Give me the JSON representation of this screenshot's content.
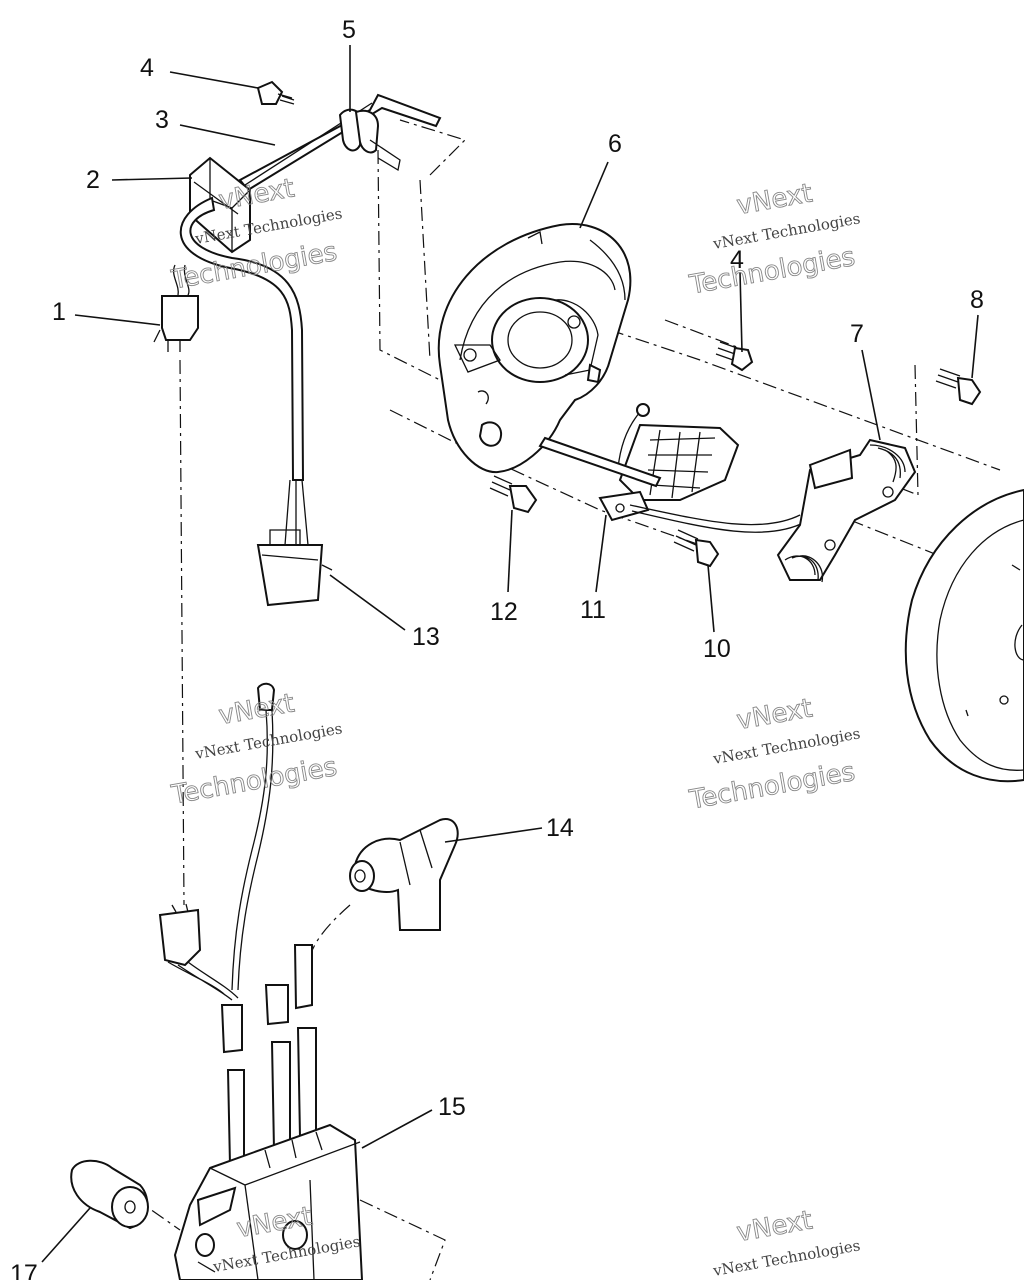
{
  "callouts": [
    {
      "label": "1"
    },
    {
      "label": "2"
    },
    {
      "label": "3"
    },
    {
      "label": "4"
    },
    {
      "label": "5"
    },
    {
      "label": "6"
    },
    {
      "label": "4"
    },
    {
      "label": "8"
    },
    {
      "label": "7"
    },
    {
      "label": "12"
    },
    {
      "label": "11"
    },
    {
      "label": "10"
    },
    {
      "label": "13"
    },
    {
      "label": "14"
    },
    {
      "label": "15"
    },
    {
      "label": "17"
    }
  ],
  "watermark": {
    "line1": "vNext Technologies",
    "line2": "Technologies",
    "overlay": "vNext"
  }
}
